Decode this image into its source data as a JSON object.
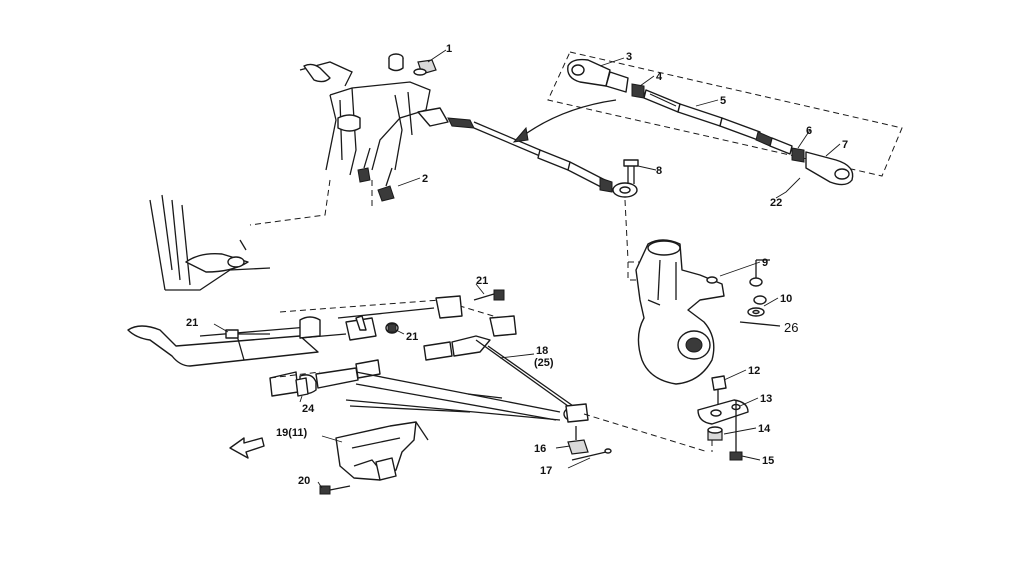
{
  "callouts": {
    "c1": "1",
    "c2": "2",
    "c3": "3",
    "c4": "4",
    "c5": "5",
    "c6": "6",
    "c7": "7",
    "c8": "8",
    "c9": "9",
    "c10": "10",
    "c12": "12",
    "c13": "13",
    "c14": "14",
    "c15": "15",
    "c16": "16",
    "c17": "17",
    "c18": "18",
    "c18b": "(25)",
    "c19": "19(11)",
    "c20": "20",
    "c21a": "21",
    "c21b": "21",
    "c21c": "21",
    "c22": "22",
    "c24": "24",
    "c26": "26"
  }
}
